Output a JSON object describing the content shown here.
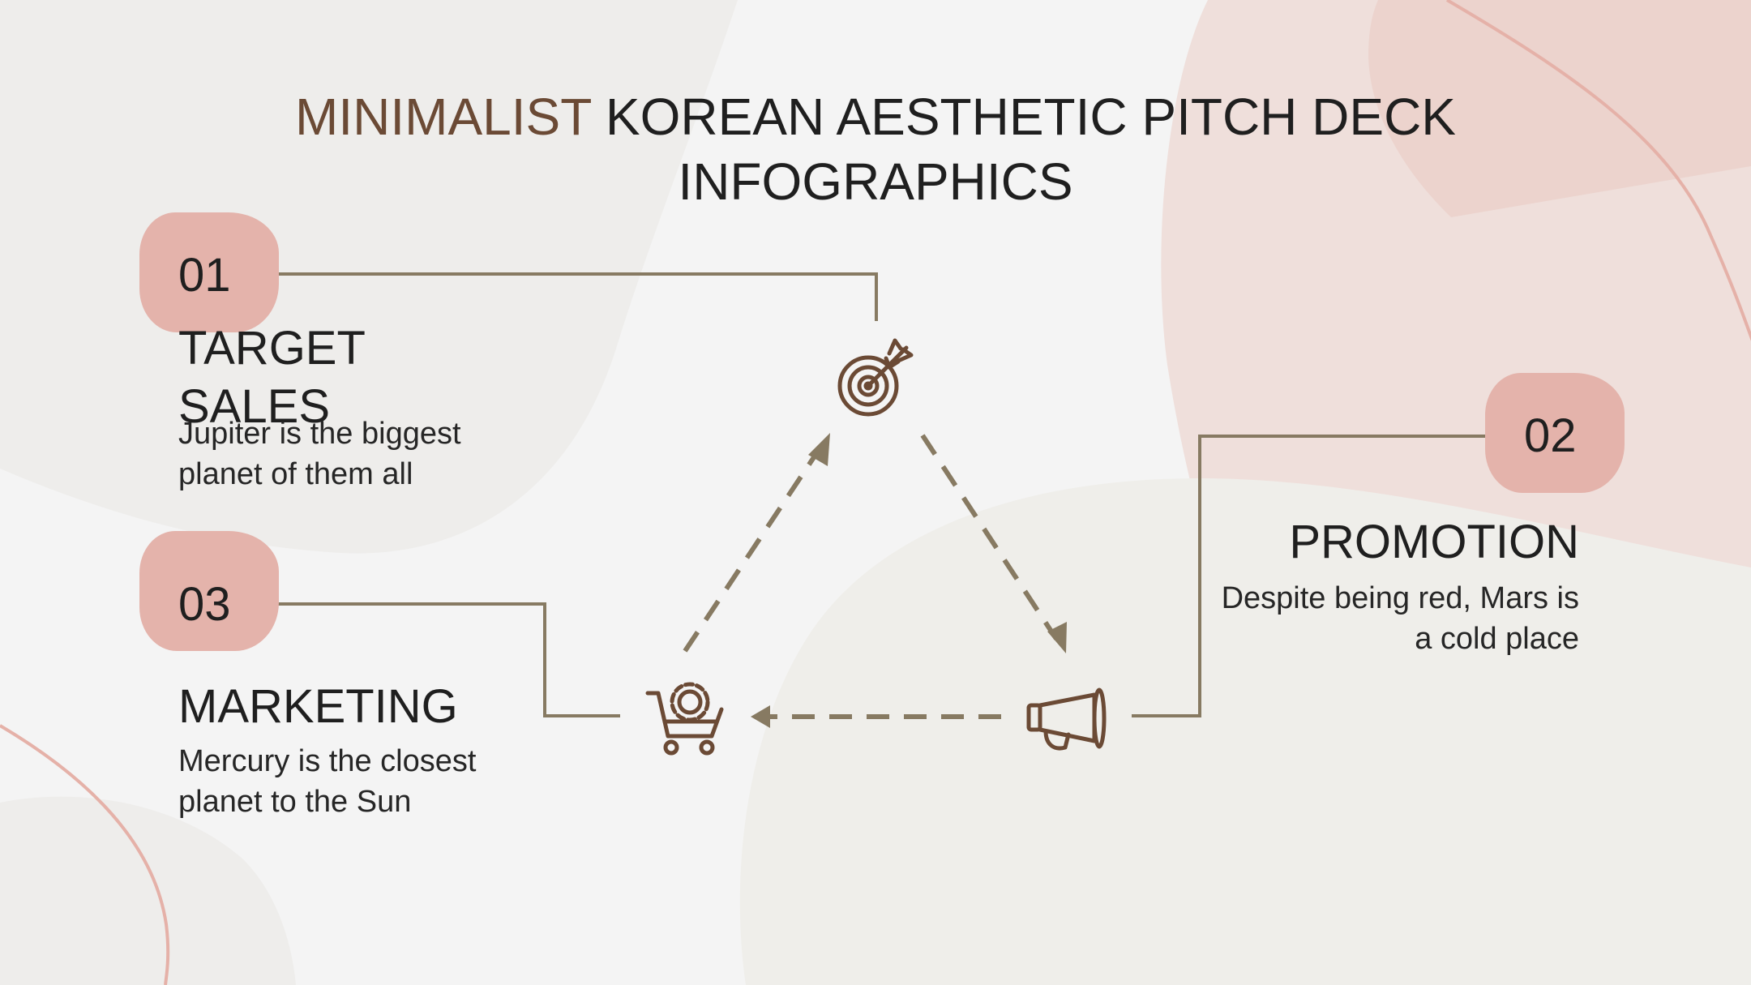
{
  "title": {
    "accent": "MINIMALIST",
    "rest": "KOREAN AESTHETIC PITCH DECK",
    "line2": "INFOGRAPHICS"
  },
  "steps": [
    {
      "number": "01",
      "title": "TARGET SALES",
      "description": "Jupiter is the biggest planet of them all",
      "icon": "target-arrow-icon"
    },
    {
      "number": "02",
      "title": "PROMOTION",
      "description": "Despite being red, Mars is a cold place",
      "icon": "megaphone-icon"
    },
    {
      "number": "03",
      "title": "MARKETING",
      "description": "Mercury is the closest planet to the Sun",
      "icon": "cart-gear-icon"
    }
  ],
  "colors": {
    "accent": "#6b4a35",
    "badge": "#e4b3ab",
    "connector": "#877a62",
    "icon": "#6b4a35",
    "background": "#f4f4f4"
  }
}
